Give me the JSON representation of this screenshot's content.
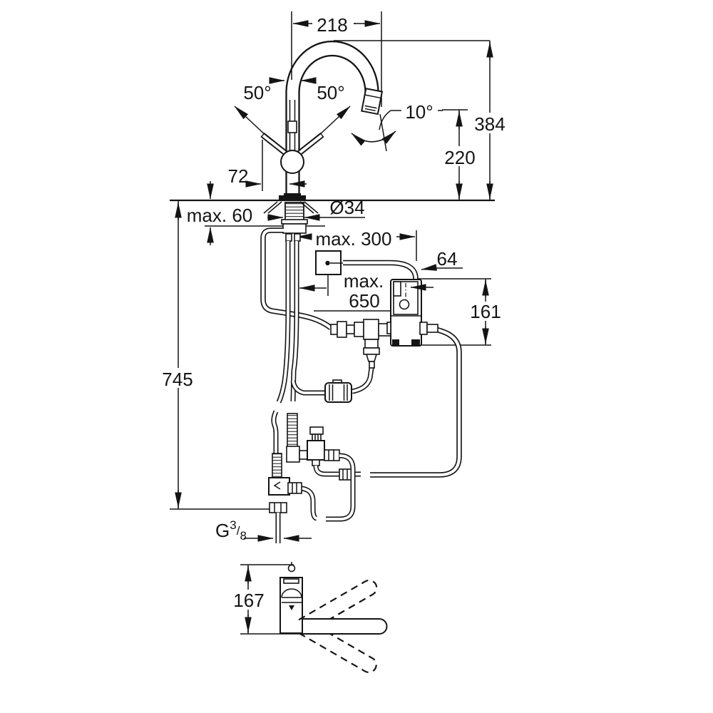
{
  "drawing": {
    "kind": "faucet installation dimension drawing",
    "colors": {
      "ink": "#141414",
      "background": "#ffffff"
    },
    "dimensions": {
      "spout_reach": "218",
      "handle_angle_left": "50°",
      "handle_angle_right": "50°",
      "spray_swivel_angle": "10°",
      "total_height": "384",
      "outlet_height": "220",
      "handle_projection": "72",
      "deck_thickness": "max. 60",
      "hole_diameter": "Ø34",
      "box_offset": "max. 300",
      "box_width": "64",
      "hose_length_line1": "max.",
      "hose_length_line2": "650",
      "box_height": "161",
      "supply_hose_length": "745",
      "thread_letter": "G",
      "thread_numerator": "3",
      "thread_slash": "/",
      "thread_denominator": "8",
      "base_depth": "167"
    }
  }
}
